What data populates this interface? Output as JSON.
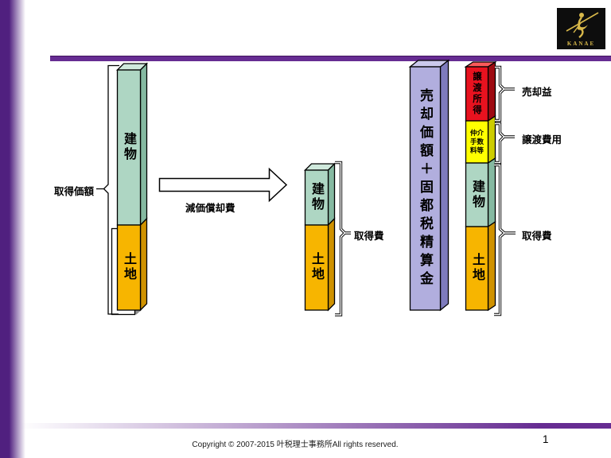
{
  "slide": {
    "page_number": "1",
    "footer_copyright": "Copyright © 2007-2015  叶税理士事務所All rights reserved.",
    "logo_brand": "KANAE"
  },
  "colors": {
    "accent_purple": "#662c92",
    "building_green": "#aed6c3",
    "land_orange": "#f7b500",
    "sale_bar_purple": "#b1aede",
    "capital_gain_red": "#e8121f",
    "fees_yellow": "#ffff00",
    "logo_gold": "#d8b84a"
  },
  "diagram": {
    "left_bar": {
      "building": "建物",
      "land": "土地",
      "bracket_label": "取得価額"
    },
    "arrow": {
      "label": "減価償却費"
    },
    "middle_bar": {
      "building": "建物",
      "land": "土地",
      "bracket_label": "取得費"
    },
    "sale_bar": {
      "text": "売却価額＋固都税精算金"
    },
    "right_bar": {
      "capital_gain": "譲渡所得",
      "brokerage_fees": "仲介手数料等",
      "building": "建物",
      "land": "土地",
      "labels": {
        "sale_gain": "売却益",
        "transfer_expenses": "譲渡費用",
        "acquisition_cost": "取得費"
      }
    }
  }
}
